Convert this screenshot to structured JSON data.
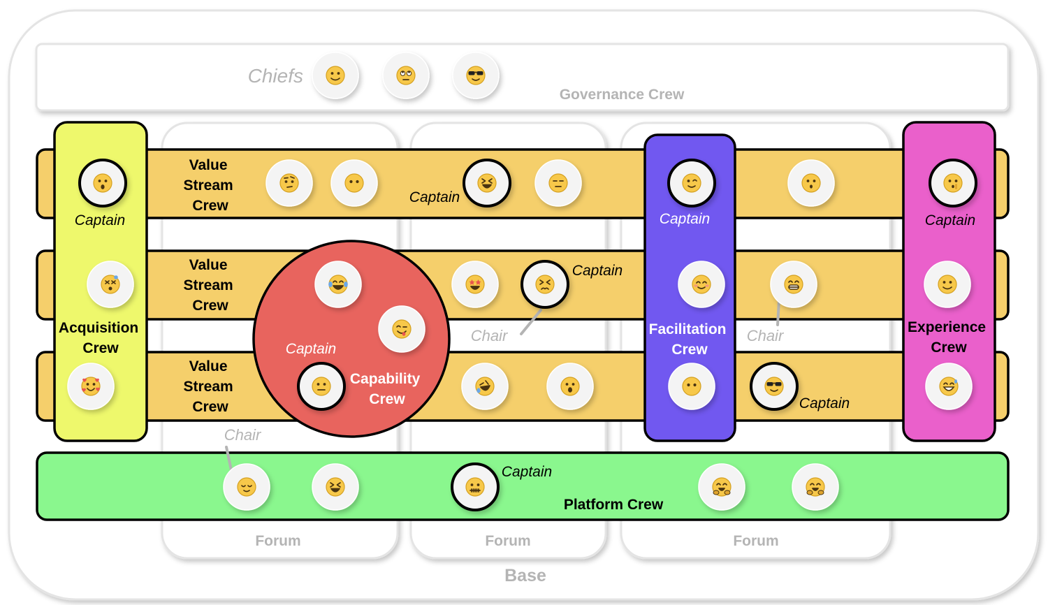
{
  "labels": {
    "governance": "Governance Crew",
    "chiefs": "Chiefs",
    "base": "Base",
    "forum": "Forum",
    "value_stream_1": "Value",
    "value_stream_2": "Stream",
    "value_stream_3": "Crew",
    "acquisition_1": "Acquisition",
    "acquisition_2": "Crew",
    "facilitation_1": "Facilitation",
    "facilitation_2": "Crew",
    "experience_1": "Experience",
    "experience_2": "Crew",
    "capability_1": "Capability",
    "capability_2": "Crew",
    "platform": "Platform Crew",
    "captain": "Captain",
    "chair": "Chair"
  },
  "colors": {
    "value_stream": "#f5cf6b",
    "acquisition": "#eef86c",
    "facilitation": "#7158f0",
    "experience": "#ea60cb",
    "capability": "#e8645e",
    "platform": "#8af78e",
    "face": "#f7c84a",
    "panel_border": "#e4e4e4"
  },
  "faces": {
    "chiefs": [
      "smile",
      "rolling-eyes",
      "sunglasses"
    ],
    "value_stream_1": [
      "surprised",
      "raised-eyebrow",
      "no-mouth",
      "squint-laugh",
      "expressionless",
      "wink",
      "hushed",
      "shush"
    ],
    "value_stream_2": [
      "dizzy",
      "joy-tears",
      "yum",
      "star-struck",
      "persevere",
      "blush",
      "grin",
      "smile"
    ],
    "value_stream_3": [
      "hearts",
      "neutral",
      "rofl",
      "open-mouth",
      "no-mouth",
      "sunglasses",
      "grin-sweat"
    ],
    "platform": [
      "relieved",
      "squint-laugh",
      "zipper-mouth",
      "hug",
      "hug"
    ]
  }
}
